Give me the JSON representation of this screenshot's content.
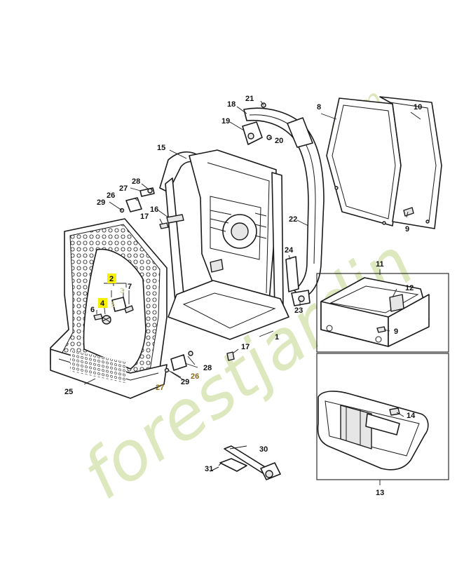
{
  "watermark": {
    "brand": "forestjardin",
    "tld": ".com",
    "color": "#c4d68a"
  },
  "highlight_color": "#f6f000",
  "callouts": {
    "c1": "1",
    "c2": "2",
    "c3": "3",
    "c4": "4",
    "c5": "5",
    "c6": "6",
    "c7": "7",
    "c8": "8",
    "c9a": "9",
    "c9b": "9",
    "c10": "10",
    "c11": "11",
    "c12": "12",
    "c13": "13",
    "c14": "14",
    "c15": "15",
    "c16": "16",
    "c17a": "17",
    "c17b": "17",
    "c18": "18",
    "c19": "19",
    "c20": "20",
    "c21": "21",
    "c22": "22",
    "c23": "23",
    "c24": "24",
    "c25": "25",
    "c26a": "26",
    "c26b": "26",
    "c27a": "27",
    "c27b": "27",
    "c28a": "28",
    "c28b": "28",
    "c29a": "29",
    "c29b": "29",
    "c30": "30",
    "c31": "31"
  }
}
